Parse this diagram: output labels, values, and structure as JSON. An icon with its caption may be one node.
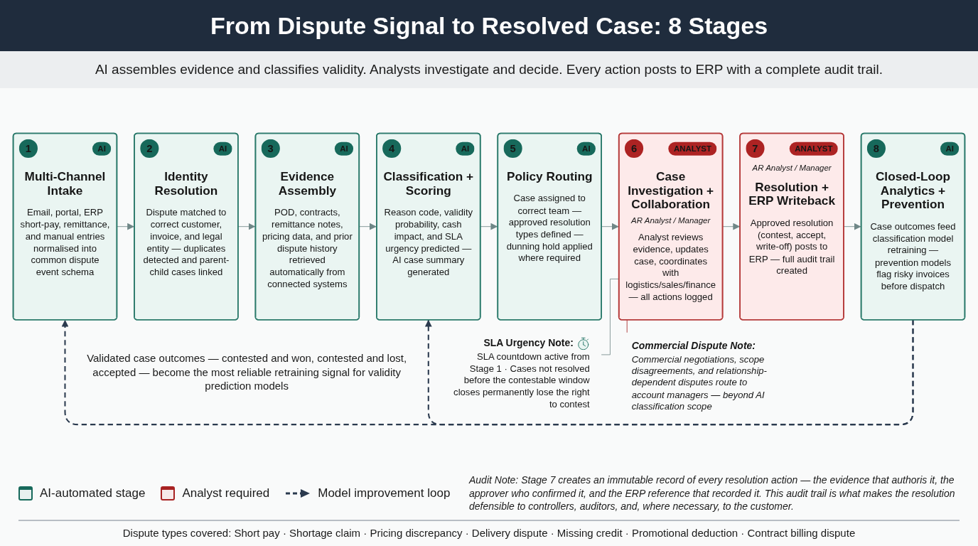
{
  "diagram": {
    "title": "From Dispute Signal to Resolved Case: 8 Stages",
    "nodes": [
      {
        "text": [
          "1",
          "AI",
          "Multi-Channel Intake",
          "Email, portal, ERP short-pay, remittance, and manual entries normalised into common dispute event schema"
        ]
      },
      {
        "text": [
          "2",
          "AI",
          "Identity Resolution",
          "Dispute matched to correct customer, invoice, and legal entity — duplicates detected and parent-child cases linked"
        ]
      },
      {
        "text": [
          "3",
          "AI",
          "Evidence Assembly",
          "POD, contracts, remittance notes, pricing data, and prior dispute history retrieved automatically from connected systems"
        ]
      },
      {
        "text": [
          "4",
          "AI",
          "Classification + Scoring",
          "Reason code, validity probability, cash impact, and SLA urgency predicted — AI case summary generated"
        ]
      },
      {
        "text": [
          "5",
          "AI",
          "Policy Routing",
          "Case assigned to correct team — approved resolution types defined — dunning hold applied where required"
        ]
      },
      {
        "text": [
          "6",
          "ANALYST",
          "Case Investigation + Collaboration",
          "AR Analyst / Manager",
          "Analyst reviews evidence, updates case, coordinates with logistics/sales/finance — all actions logged"
        ]
      },
      {
        "text": [
          "7",
          "ANALYST",
          "AR Analyst / Manager",
          "Resolution + ERP Writeback",
          "Approved resolution (contest, accept, write-off) posts to ERP — full audit trail created"
        ]
      },
      {
        "text": [
          "8",
          "AI",
          "Closed-Loop Analytics + Prevention",
          "Case outcomes feed classification model retraining — prevention models flag risky invoices before dispatch"
        ]
      },
      {
        "text": [
          "SLA Urgency Note:",
          "SLA countdown active from Stage 1 · Cases not resolved before the contestable window closes permanently lose the right to contest"
        ]
      },
      {
        "text": [
          "Commercial Dispute Note:",
          "Commercial negotiations, scope disagreements, and relationship-dependent disputes route to account managers — beyond AI classification scope"
        ]
      }
    ],
    "edges": [
      {
        "from": 0,
        "to": 1,
        "arrow": "to"
      },
      {
        "from": 1,
        "to": 2,
        "arrow": "to"
      },
      {
        "from": 2,
        "to": 3,
        "arrow": "to"
      },
      {
        "from": 3,
        "to": 4,
        "arrow": "to"
      },
      {
        "from": 4,
        "to": 5,
        "arrow": "to"
      },
      {
        "from": 5,
        "to": 6,
        "arrow": "to"
      },
      {
        "from": 6,
        "to": 7,
        "arrow": "to"
      },
      {
        "from": 7,
        "to": 0,
        "arrow": "to",
        "style": "dashed",
        "color": "#2b3a4e"
      },
      {
        "from": 7,
        "to": 3,
        "arrow": "to",
        "style": "dashed",
        "color": "#2b3a4e"
      },
      {
        "from": 8,
        "to": 5,
        "arrow": "none"
      },
      {
        "from": 9,
        "to": 5,
        "arrow": "none",
        "color": "#a31f1f"
      }
    ],
    "labels": [
      "AI assembles evidence and classifies validity. Analysts investigate and decide. Every action posts to ERP with a complete audit trail.",
      "Validated case outcomes — contested and won, contested and lost, accepted — become the most reliable retraining signal for validity prediction models",
      "Audit Note: Stage 7 creates an immutable record of every resolution action — the evidence that authoris it, the approver who confirmed it, and the ERP reference that recorded it. This audit trail is what makes the resolution defensible to controllers, auditors, and, where necessary, to the customer.",
      "Dispute types covered: Short pay · Shortage claim · Pricing discrepancy · Delivery dispute · Missing credit · Promotional deduction · Contract billing dispute"
    ],
    "legend": [
      {
        "text": "AI-automated stage",
        "color": "#17695b"
      },
      {
        "text": "Analyst required",
        "color": "#a82222"
      },
      {
        "text": "Model improvement loop"
      }
    ]
  }
}
